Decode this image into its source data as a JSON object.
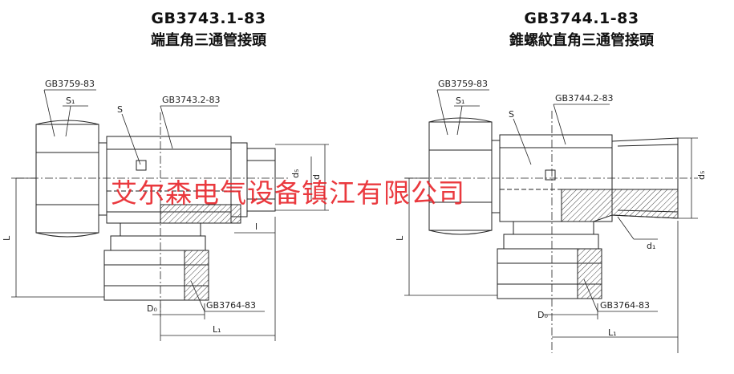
{
  "left": {
    "code": "GB3743.1-83",
    "name": "端直角三通管接頭",
    "labels": {
      "std_nut": "GB3759-83",
      "s1": "S₁",
      "s": "S",
      "std_body": "GB3743.2-83",
      "d5": "d₅",
      "d": "d",
      "l": "l",
      "L": "L",
      "D0": "D₀",
      "std_bottom": "GB3764-83",
      "L1": "L₁"
    }
  },
  "right": {
    "code": "GB3744.1-83",
    "name": "錐螺紋直角三通管接頭",
    "labels": {
      "std_nut": "GB3759-83",
      "s1": "S₁",
      "s": "S",
      "std_body": "GB3744.2-83",
      "d5": "d₅",
      "d1": "d₁",
      "L": "L",
      "D0": "D₀",
      "std_bottom": "GB3764-83",
      "L1": "L₁"
    }
  },
  "watermark": "艾尔森电气设备镇江有限公司",
  "colors": {
    "line": "#222222",
    "hatch": "#444444",
    "watermark": "#e8242a"
  }
}
